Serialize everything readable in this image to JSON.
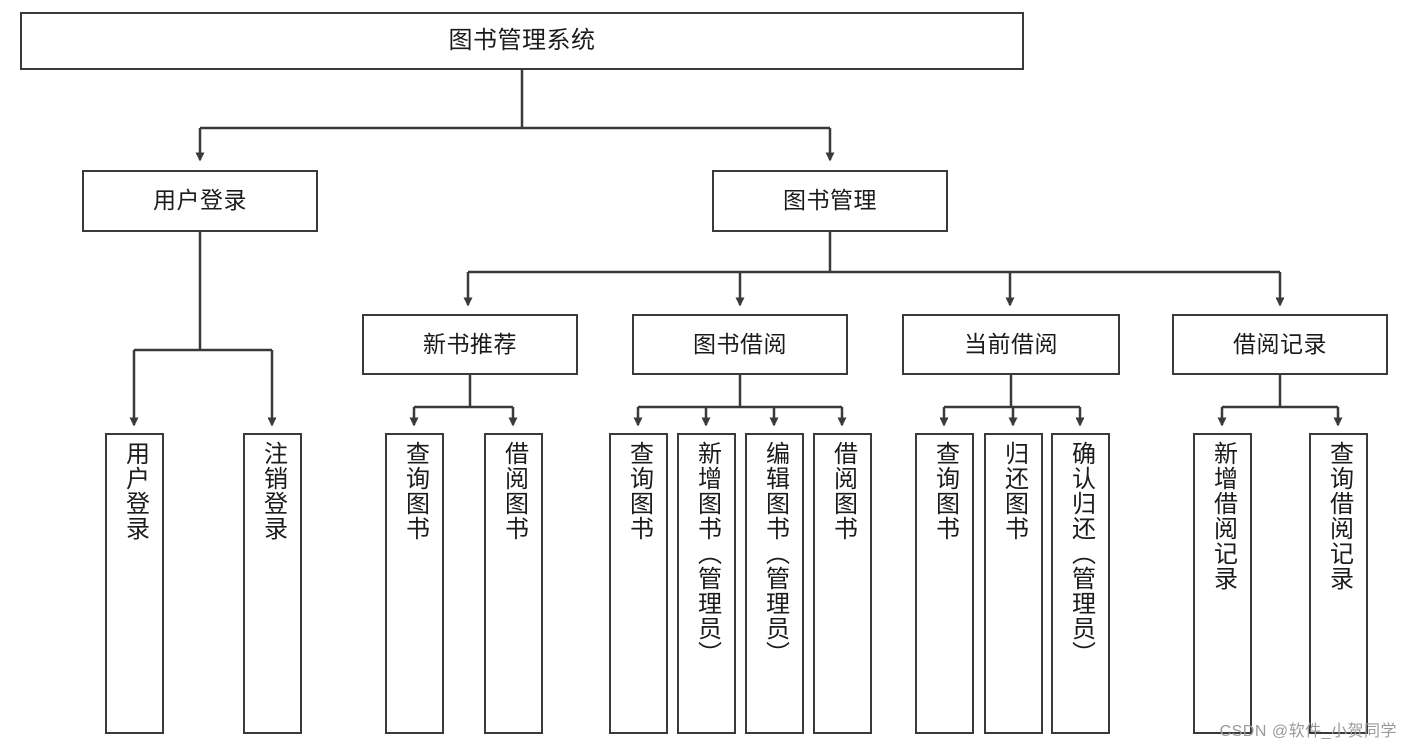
{
  "diagram": {
    "type": "tree-hierarchy-chart",
    "title": "图书管理系统",
    "watermark": "CSDN @软件_小贺同学",
    "colors": {
      "stroke": "#3a3a3a",
      "fill": "#ffffff",
      "text": "#1b1b1b",
      "watermark": "#9a9a9a"
    },
    "nodes": {
      "root": {
        "label": "图书管理系统"
      },
      "level2": [
        {
          "id": "user-login",
          "label": "用户登录"
        },
        {
          "id": "book-manage",
          "label": "图书管理"
        }
      ],
      "level3": [
        {
          "id": "new-book-recommend",
          "label": "新书推荐"
        },
        {
          "id": "book-borrow",
          "label": "图书借阅"
        },
        {
          "id": "current-borrow",
          "label": "当前借阅"
        },
        {
          "id": "borrow-record",
          "label": "借阅记录"
        }
      ],
      "leaves": {
        "user_login": [
          {
            "id": "leaf-user-login",
            "label": "用户登录"
          },
          {
            "id": "leaf-logout-login",
            "label": "注销登录"
          }
        ],
        "new_book_recommend": [
          {
            "id": "leaf-query-book-1",
            "label": "查询图书"
          },
          {
            "id": "leaf-borrow-book-1",
            "label": "借阅图书"
          }
        ],
        "book_borrow": [
          {
            "id": "leaf-query-book-2",
            "label": "查询图书"
          },
          {
            "id": "leaf-add-book",
            "label": "新增图书（管理员）"
          },
          {
            "id": "leaf-edit-book",
            "label": "编辑图书（管理员）"
          },
          {
            "id": "leaf-borrow-book-2",
            "label": "借阅图书"
          }
        ],
        "current_borrow": [
          {
            "id": "leaf-query-book-3",
            "label": "查询图书"
          },
          {
            "id": "leaf-return-book",
            "label": "归还图书"
          },
          {
            "id": "leaf-confirm-return",
            "label": "确认归还（管理员）"
          }
        ],
        "borrow_record": [
          {
            "id": "leaf-add-record",
            "label": "新增借阅记录"
          },
          {
            "id": "leaf-query-record",
            "label": "查询借阅记录"
          }
        ]
      }
    }
  }
}
